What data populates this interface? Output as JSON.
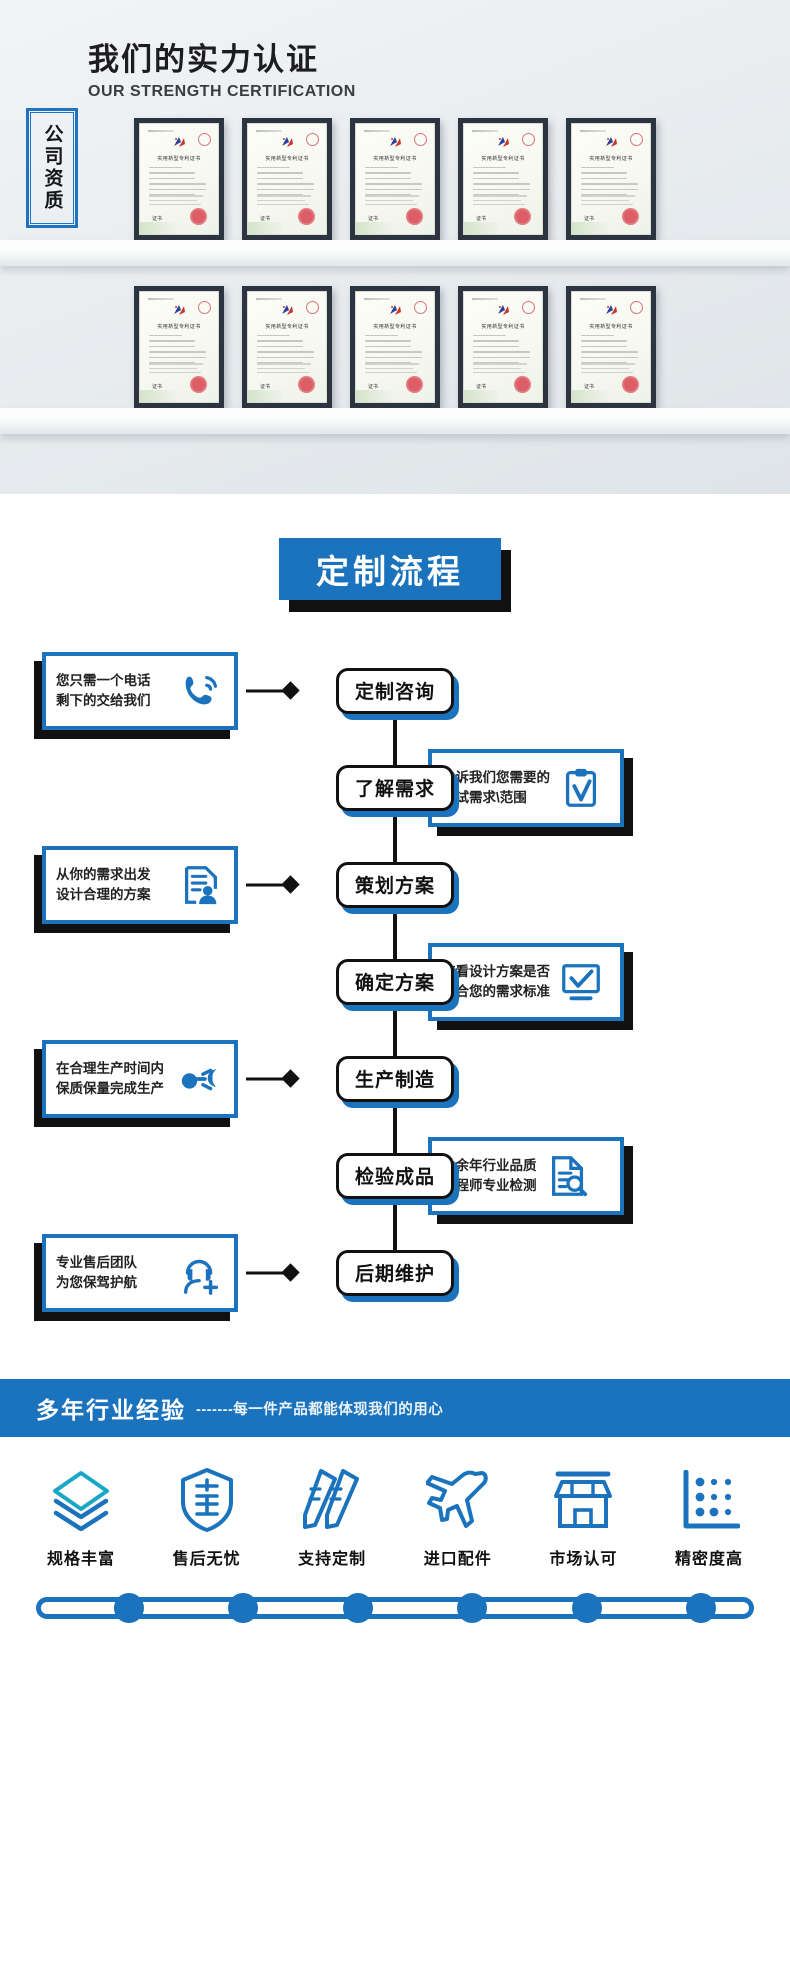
{
  "certification": {
    "title_cn": "我们的实力认证",
    "title_en": "OUR STRENGTH CERTIFICATION",
    "vertical_tag": "公司资质",
    "certificate_title": "实用新型专利证书",
    "certificate_signature": "证书",
    "rows": [
      {
        "count": 5
      },
      {
        "count": 5
      }
    ]
  },
  "flow": {
    "title": "定制流程",
    "steps": [
      {
        "step_label": "定制咨询",
        "side": "left",
        "card_line1": "您只需一个电话",
        "card_line2": "剩下的交给我们",
        "icon": "phone-call-icon"
      },
      {
        "step_label": "了解需求",
        "side": "right",
        "card_line1": "告诉我们您需要的",
        "card_line2": "测试需求\\范围",
        "icon": "clipboard-check-icon"
      },
      {
        "step_label": "策划方案",
        "side": "left",
        "card_line1": "从你的需求出发",
        "card_line2": "设计合理的方案",
        "icon": "document-user-icon"
      },
      {
        "step_label": "确定方案",
        "side": "right",
        "card_line1": "查看设计方案是否",
        "card_line2": "符合您的需求标准",
        "icon": "monitor-check-icon"
      },
      {
        "step_label": "生产制造",
        "side": "left",
        "card_line1": "在合理生产时间内",
        "card_line2": "保质保量完成生产",
        "icon": "gear-wrench-icon"
      },
      {
        "step_label": "检验成品",
        "side": "right",
        "card_line1": "十余年行业品质",
        "card_line2": "工程师专业检测",
        "icon": "document-search-icon"
      },
      {
        "step_label": "后期维护",
        "side": "left",
        "card_line1": "专业售后团队",
        "card_line2": "为您保驾护航",
        "icon": "headset-support-icon"
      }
    ]
  },
  "banner": {
    "headline": "多年行业经验",
    "tagline": "-------每一件产品都能体现我们的用心"
  },
  "features": [
    {
      "label": "规格丰富",
      "icon": "layers-icon"
    },
    {
      "label": "售后无忧",
      "icon": "shield-sale-icon"
    },
    {
      "label": "支持定制",
      "icon": "pencil-ruler-icon"
    },
    {
      "label": "进口配件",
      "icon": "airplane-icon"
    },
    {
      "label": "市场认可",
      "icon": "storefront-icon"
    },
    {
      "label": "精密度高",
      "icon": "precision-dots-icon"
    }
  ],
  "colors": {
    "brand_blue": "#1b73bd",
    "accent_teal": "#19a7c8",
    "ink": "#111111"
  }
}
